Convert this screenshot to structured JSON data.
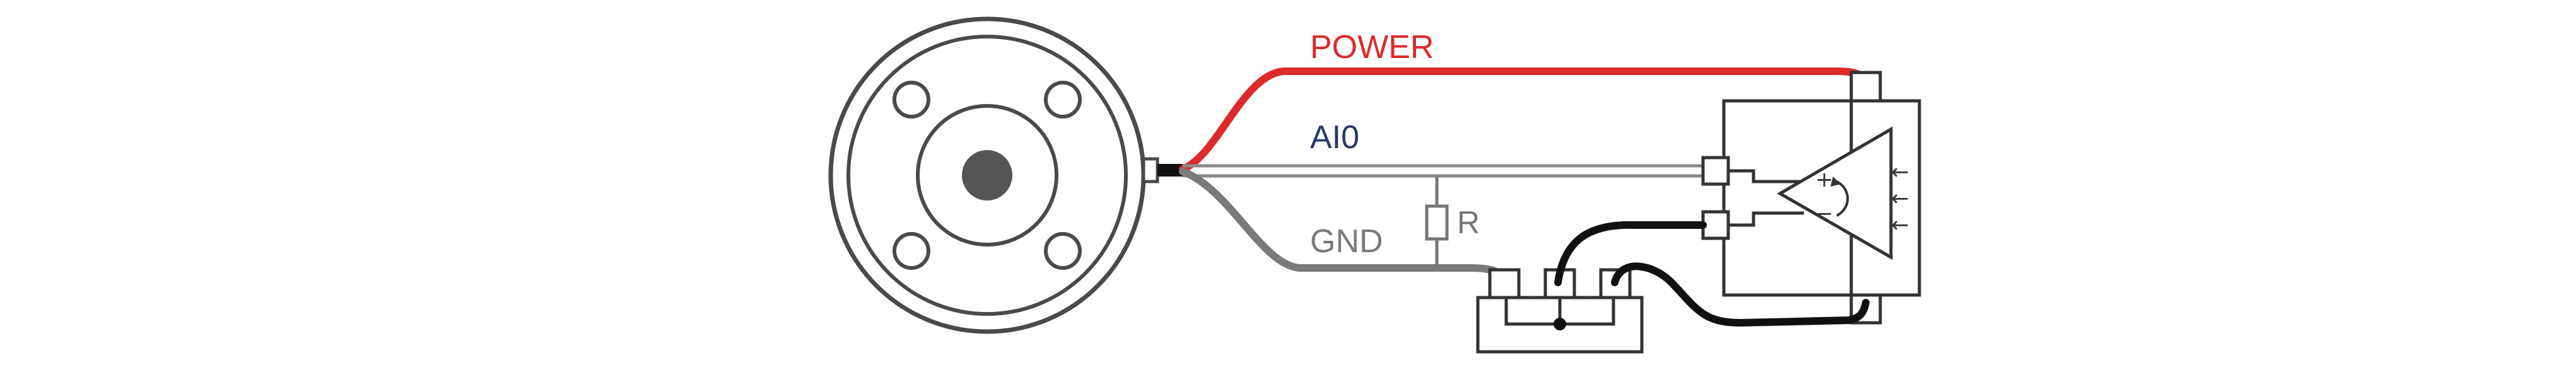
{
  "labels": {
    "power": "POWER",
    "ai0": "AI0",
    "gnd": "GND",
    "resistor": "R"
  },
  "opamp_symbols": {
    "plus": "+",
    "minus": "−",
    "arrow": "←"
  },
  "colors": {
    "power": "#dd2a2a",
    "ai0_text": "#2a3a66",
    "gnd": "#7a7a7a",
    "outline": "#4a4a4a",
    "jumper": "#111111"
  }
}
